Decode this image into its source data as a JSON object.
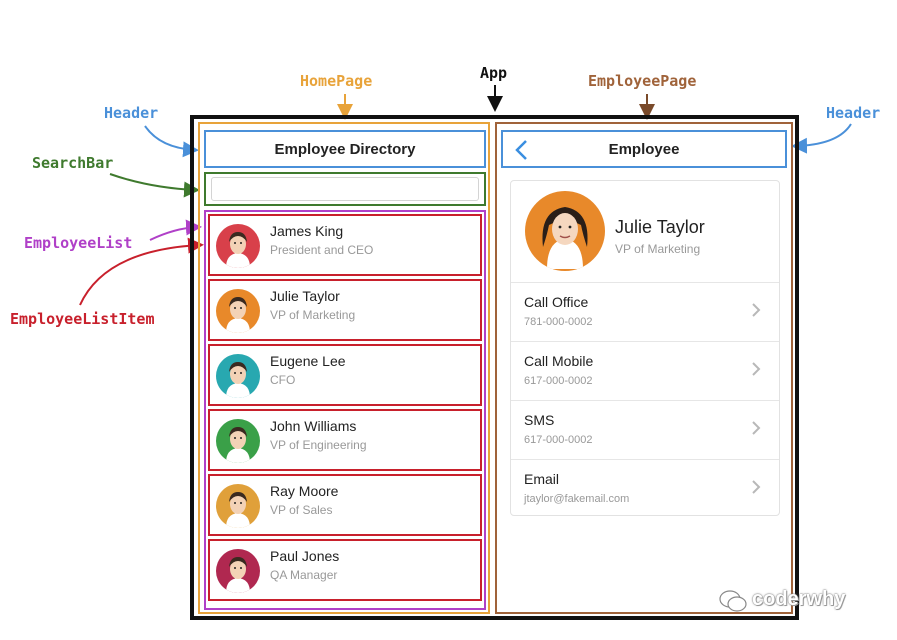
{
  "annotations": {
    "app": "App",
    "home_page": "HomePage",
    "employee_page": "EmployeePage",
    "header_left": "Header",
    "header_right": "Header",
    "search_bar": "SearchBar",
    "employee_list": "EmployeeList",
    "employee_list_item": "EmployeeListItem"
  },
  "colors": {
    "app": "#111111",
    "home_page": "#e8a33a",
    "employee_page": "#a0633a",
    "header": "#4a90d9",
    "search_bar": "#3f7a2e",
    "employee_list": "#b040c8",
    "employee_list_item": "#c8202c"
  },
  "home": {
    "title": "Employee Directory",
    "search_placeholder": "",
    "employees": [
      {
        "name": "James King",
        "title": "President and CEO",
        "avatar_color": "#d8404a"
      },
      {
        "name": "Julie Taylor",
        "title": "VP of Marketing",
        "avatar_color": "#e8892a"
      },
      {
        "name": "Eugene Lee",
        "title": "CFO",
        "avatar_color": "#28a8b0"
      },
      {
        "name": "John Williams",
        "title": "VP of Engineering",
        "avatar_color": "#3aa048"
      },
      {
        "name": "Ray Moore",
        "title": "VP of Sales",
        "avatar_color": "#e0a03a"
      },
      {
        "name": "Paul Jones",
        "title": "QA Manager",
        "avatar_color": "#b02850"
      }
    ]
  },
  "employee": {
    "header_title": "Employee",
    "name": "Julie Taylor",
    "title": "VP of Marketing",
    "avatar_color": "#e8892a",
    "actions": [
      {
        "label": "Call Office",
        "value": "781-000-0002"
      },
      {
        "label": "Call Mobile",
        "value": "617-000-0002"
      },
      {
        "label": "SMS",
        "value": "617-000-0002"
      },
      {
        "label": "Email",
        "value": "jtaylor@fakemail.com"
      }
    ]
  },
  "watermark": "coderwhy"
}
